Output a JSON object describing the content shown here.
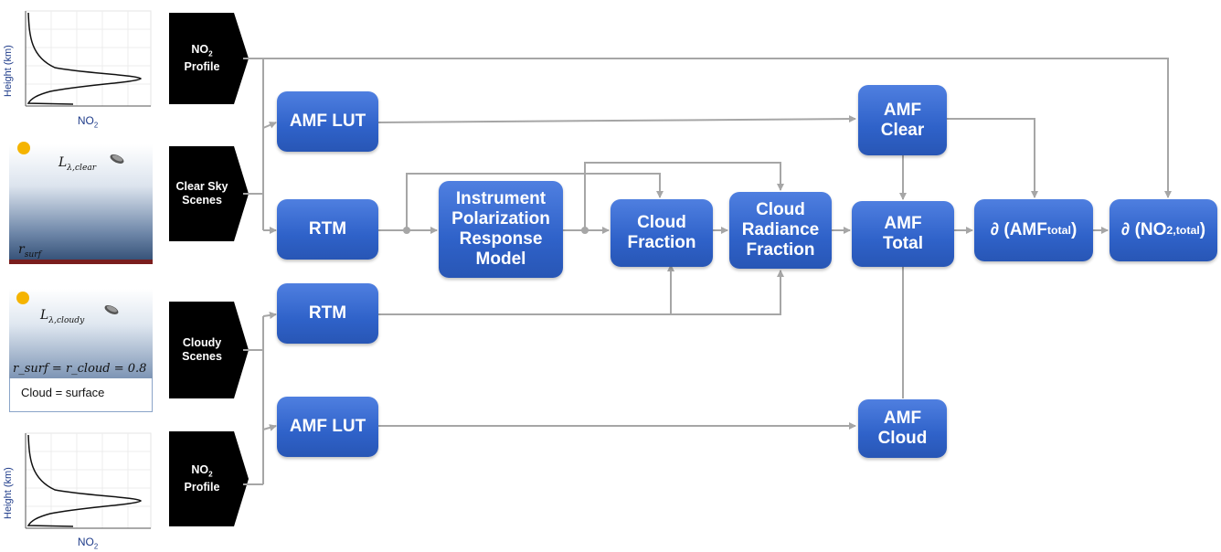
{
  "input_panels": {
    "profile_top": {
      "ylabel": "Height (km)",
      "xlabel": "NO",
      "xlabel_sub": "2"
    },
    "clear_scene": {
      "radiance_label": "L",
      "radiance_sub": "λ,clear",
      "surface_label": "r",
      "surface_sub": "surf"
    },
    "cloudy_scene": {
      "radiance_label": "L",
      "radiance_sub": "λ,cloudy",
      "equation": "r_surf = r_cloud = 0.8",
      "note": "Cloud = surface"
    },
    "profile_bottom": {
      "ylabel": "Height (km)",
      "xlabel": "NO",
      "xlabel_sub": "2"
    }
  },
  "inputs": {
    "no2_profile_top": {
      "line1": "NO",
      "line1_sub": "2",
      "line2": "Profile"
    },
    "clear_sky": {
      "line1": "Clear Sky",
      "line2": "Scenes"
    },
    "cloudy": {
      "line1": "Cloudy",
      "line2": "Scenes"
    },
    "no2_profile_bottom": {
      "line1": "NO",
      "line1_sub": "2",
      "line2": "Profile"
    }
  },
  "nodes": {
    "amf_lut_top": "AMF LUT",
    "rtm_clear": "RTM",
    "rtm_cloudy": "RTM",
    "amf_lut_bottom": "AMF LUT",
    "instrument": "Instrument Polarization Response Model",
    "cloud_fraction": "Cloud Fraction",
    "cloud_radiance": "Cloud Radiance Fraction",
    "amf_clear": "AMF Clear",
    "amf_total": "AMF Total",
    "amf_cloud": "AMF Cloud",
    "d_amf_total_prefix": "∂ (AMF",
    "d_amf_total_sub": "total",
    "d_amf_total_suffix": ")",
    "d_no2_total_prefix": "∂ (NO",
    "d_no2_total_sub": "2,total",
    "d_no2_total_suffix": ")"
  },
  "colors": {
    "node": "#3366cc",
    "connector": "#a6a6a6",
    "input_arrow": "#000000",
    "axis_label": "#1f3c8a"
  }
}
